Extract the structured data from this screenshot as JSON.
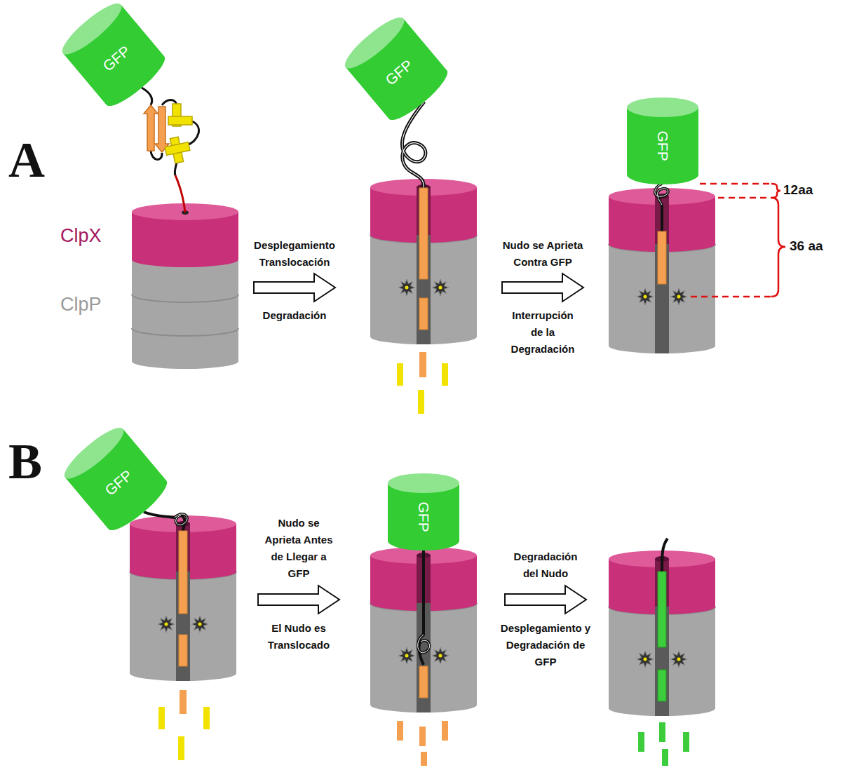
{
  "diagram": {
    "nodes": [
      {
        "text": [
          "GFP"
        ]
      },
      {
        "text": [
          "GFP"
        ]
      },
      {
        "text": [
          "GFP"
        ]
      },
      {
        "text": [
          "GFP"
        ]
      },
      {
        "text": [
          "GFP"
        ]
      }
    ],
    "labels": [
      "A",
      "ClpX",
      "ClpP",
      "Desplegamiento Translocación",
      "Degradación",
      "Nudo se Aprieta Contra GFP",
      "Interrupción de la Degradación",
      "12aa",
      "36 aa",
      "B",
      "Nudo se Aprieta Antes de Llegar a GFP",
      "El Nudo es Translocado",
      "Degradación del Nudo",
      "Desplegamiento y Degradación de GFP"
    ]
  }
}
